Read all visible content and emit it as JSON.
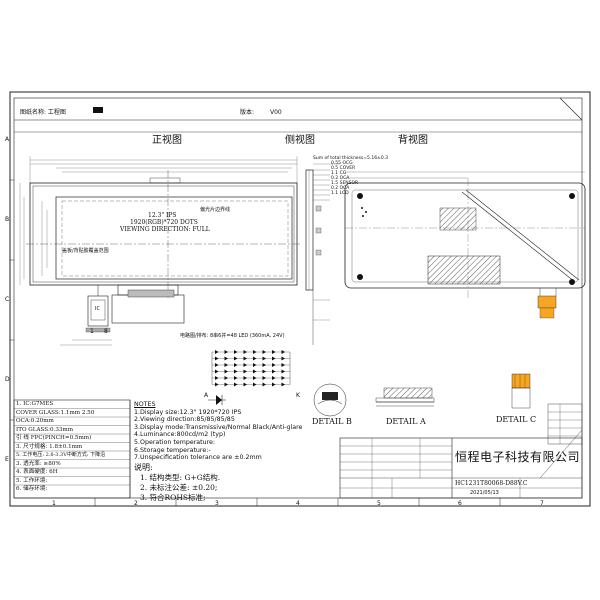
{
  "title_bar": {
    "drawing_name_label": "图纸名称: 工程图",
    "version_label": "版本:",
    "version_value": "V00"
  },
  "views": {
    "front": "正视图",
    "side": "侧视图",
    "back": "背视图"
  },
  "zones": {
    "rows": [
      "A",
      "B",
      "C",
      "D",
      "E"
    ],
    "cols": [
      "1",
      "2",
      "3",
      "4",
      "5",
      "6",
      "7"
    ]
  },
  "front_view": {
    "panel_line1": "12.3\" IPS",
    "panel_line2": "1920(RGB)*720 DOTS",
    "panel_line3": "VIEWING DIRECTION: FULL",
    "callout_polarizer": "偏光片边界线",
    "callout_adhesive": "盖板/背贴胶覆盖范围",
    "fpc_label": "IC",
    "fpc_pin_a": "1",
    "fpc_pin_b": "8",
    "led_circuit_label": "电路图/排布: 8串6并=48 LED  (360mA, 24V)",
    "anode": "A",
    "cathode": "K"
  },
  "side_view": {
    "layers": [
      "Sum of total thickness=5.16±0.3",
      "0.55 OCG",
      "0.5 COVER",
      "1.1 CG",
      "0.2 OCA",
      "1.5 SENSOR",
      "0.2 OCA",
      "1.1 LCD"
    ]
  },
  "details": {
    "b": "DETAIL  B",
    "a": "DETAIL  A",
    "c": "DETAIL  C"
  },
  "spec_table": {
    "rows": [
      "1. IC:G7MES",
      "COVER GLASS:1.1mm  2.50",
      "OCA:0.20mm",
      "ITO GLASS:0.33mm",
      "引  线 FPC(PINCH=0.5mm)",
      "3.  尺寸规格: 1.8±0.1mm",
      "5. 工作电压: 2.8-3.3V中断方式: 下降沿",
      "3. 透光率: ≥80%",
      "4. 表面硬度: 6H",
      "5. 工作环境:",
      "6. 储存环境:"
    ]
  },
  "notes": {
    "heading": "NOTES",
    "items": [
      "1.Display size:12.3\" 1920*720 IPS",
      "2.Viewing direction:85/85/85/85",
      "3.Display mode:Transmissive/Normal Black/Anti-glare",
      "4.Luminance:800cd/m2 (typ)",
      "5.Operation temperature:",
      "6.Storage temperature:-",
      "7.Unspecification tolerance are ±0.2mm"
    ],
    "cn_heading": "说明:",
    "cn_items": [
      "1. 结构类型: G+G结构.",
      "2. 未标注公差: ±0.20;",
      "3. 符合ROHS标准;"
    ]
  },
  "title_block": {
    "company": "恒程电子科技有限公司",
    "part_number": "HC1231T80068-D88V.C",
    "date": "2021/05/13"
  }
}
